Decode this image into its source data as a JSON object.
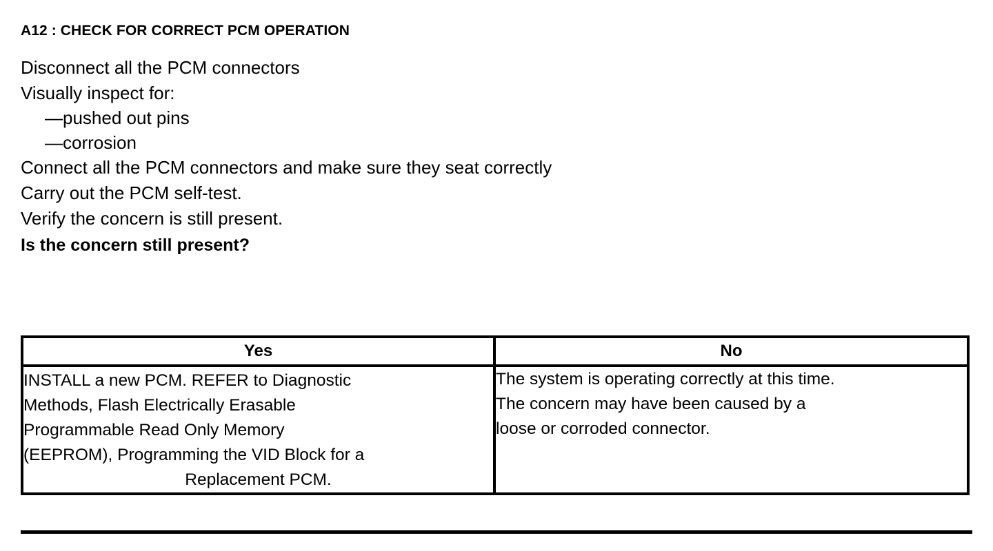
{
  "document": {
    "step_title": "A12 : CHECK FOR CORRECT PCM OPERATION",
    "instructions": [
      {
        "text": "Disconnect all the PCM connectors",
        "style": "normal"
      },
      {
        "text": "Visually inspect for:",
        "style": "normal"
      },
      {
        "text": "—pushed out pins",
        "style": "indent"
      },
      {
        "text": "—corrosion",
        "style": "indent"
      },
      {
        "text": "Connect all the PCM connectors and make sure they seat correctly",
        "style": "normal"
      },
      {
        "text": "Carry out the PCM self-test.",
        "style": "normal"
      },
      {
        "text": "Verify the concern is still present.",
        "style": "normal"
      },
      {
        "text": "Is the concern still present?",
        "style": "question"
      }
    ],
    "decision_table": {
      "headers": [
        "Yes",
        "No"
      ],
      "yes_cell_lines": [
        "INSTALL a new PCM. REFER to Diagnostic",
        "Methods, Flash Electrically Erasable",
        "Programmable Read Only Memory",
        "(EEPROM), Programming the VID Block for a",
        "Replacement PCM."
      ],
      "no_cell_lines": [
        "The system is operating correctly at this time.",
        "The concern may have been caused by a",
        "loose or corroded connector."
      ]
    },
    "colors": {
      "ink": "#000000",
      "paper": "#ffffff"
    }
  }
}
